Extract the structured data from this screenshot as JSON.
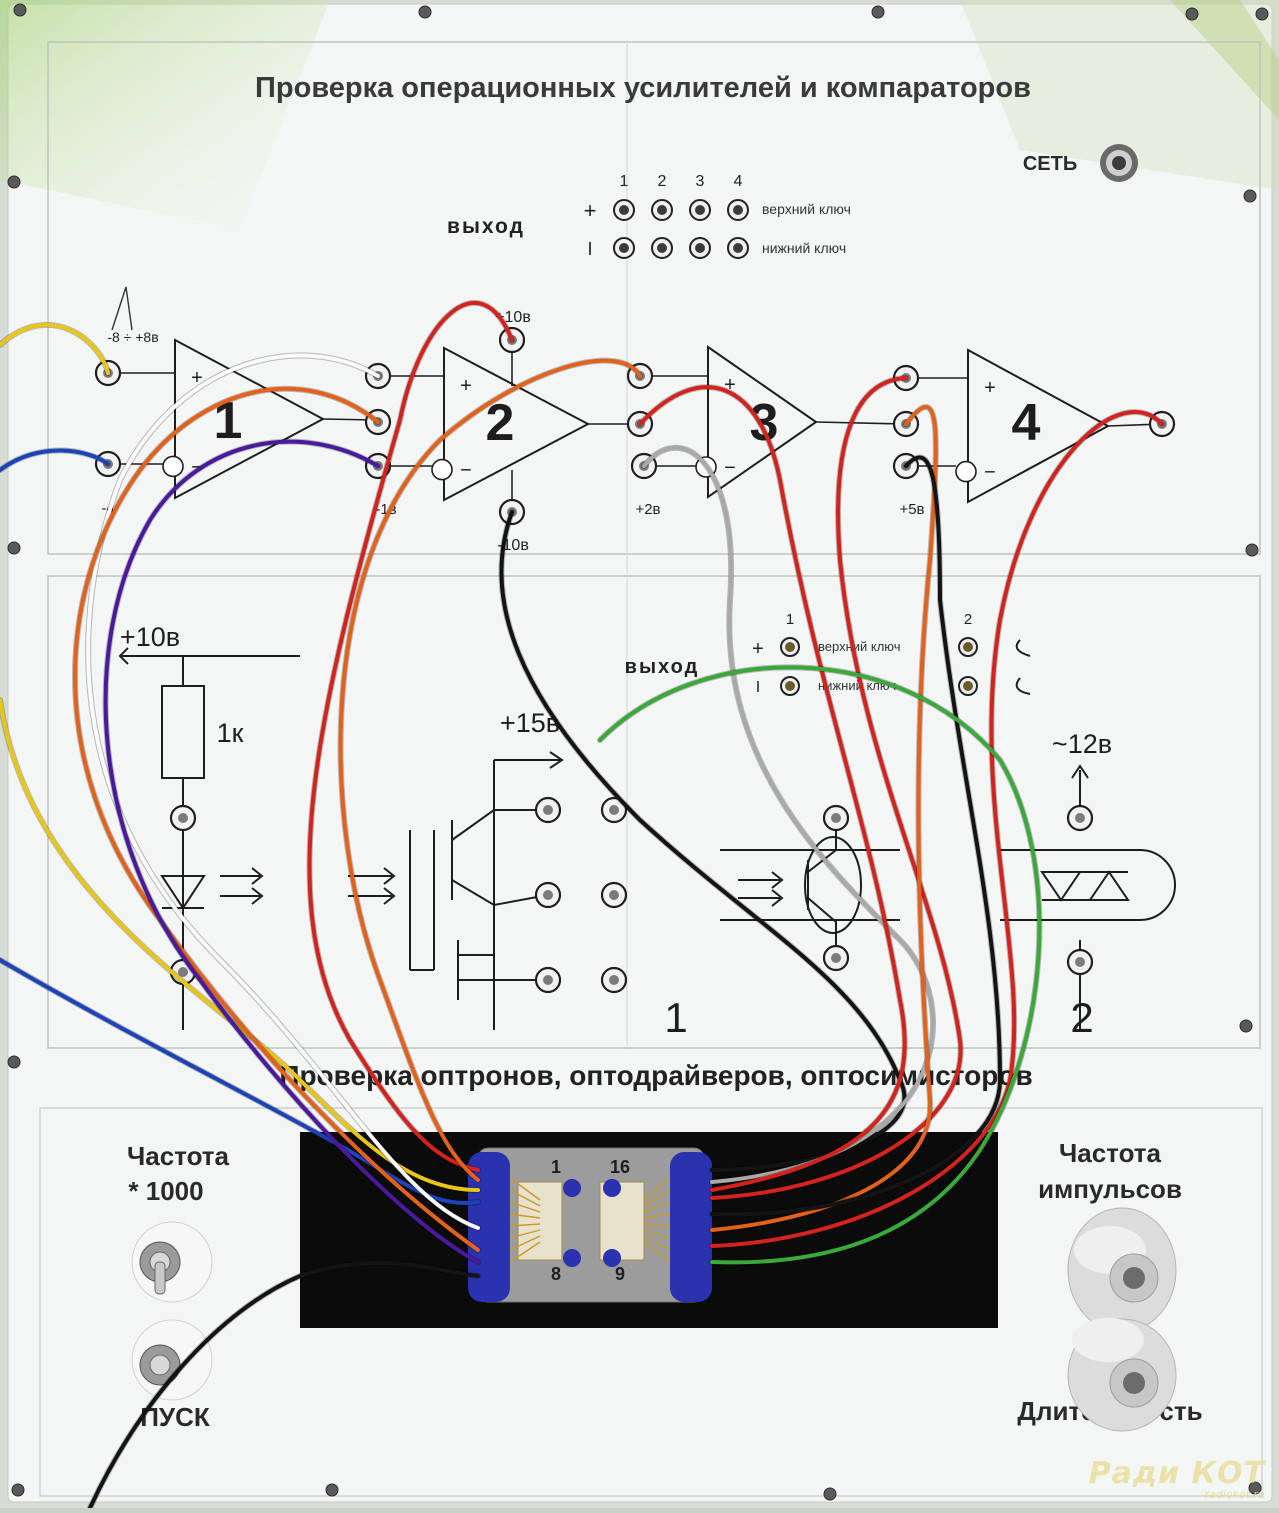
{
  "panel": {
    "title_top": "Проверка операционных усилителей и компараторов",
    "title_bottom": "Проверка оптронов, оптодрайверов, оптосимисторов",
    "power_label": "СЕТЬ"
  },
  "opamp_section": {
    "output_label": "выход",
    "plus_sign": "+",
    "minus_sign": "I",
    "channel_numbers": [
      "1",
      "2",
      "3",
      "4"
    ],
    "upper_key": "верхний ключ",
    "lower_key": "нижний ключ",
    "amp_numbers": [
      "1",
      "2",
      "3",
      "4"
    ],
    "input_range": "-8 ÷ +8в",
    "label_minus4": "-4",
    "label_plus10": "+10в",
    "label_minus10": "-10в",
    "label_minus1": "-1в",
    "label_plus2": "+2в",
    "label_plus5": "+5в",
    "amp_plus": "+",
    "amp_minus": "−"
  },
  "opto_section": {
    "supply_label": "+10в",
    "resistor_label": "1к",
    "transistor_supply": "+15в",
    "ac_supply": "~12в",
    "output_label": "выход",
    "channel_numbers": [
      "1",
      "2"
    ],
    "upper_key": "верхний ключ",
    "lower_key": "нижний ключ",
    "group_numbers": [
      "1",
      "2"
    ]
  },
  "controls": {
    "freq_x1000_line1": "Частота",
    "freq_x1000_line2": "* 1000",
    "start_label": "ПУСК",
    "pulse_freq_line1": "Частота",
    "pulse_freq_line2": "импульсов",
    "duration_label": "Длительность"
  },
  "chip": {
    "pin_labels": [
      "1",
      "16",
      "8",
      "9"
    ]
  },
  "watermark": {
    "logo": "Ради КОТ",
    "site": "radiokot.ru"
  },
  "colors": {
    "panel": "#f4f6f5",
    "ink": "#1e1e1e",
    "wire_red": "#d3231e",
    "wire_orange": "#e2621c",
    "wire_yellow": "#e8c617",
    "wire_white": "#fafafa",
    "wire_blue": "#1d43b8",
    "wire_purple": "#4a1a9c",
    "wire_black": "#141414",
    "wire_gray": "#a9a9a9",
    "wire_green": "#3aa83a",
    "chip_blue": "#2a32b0"
  }
}
